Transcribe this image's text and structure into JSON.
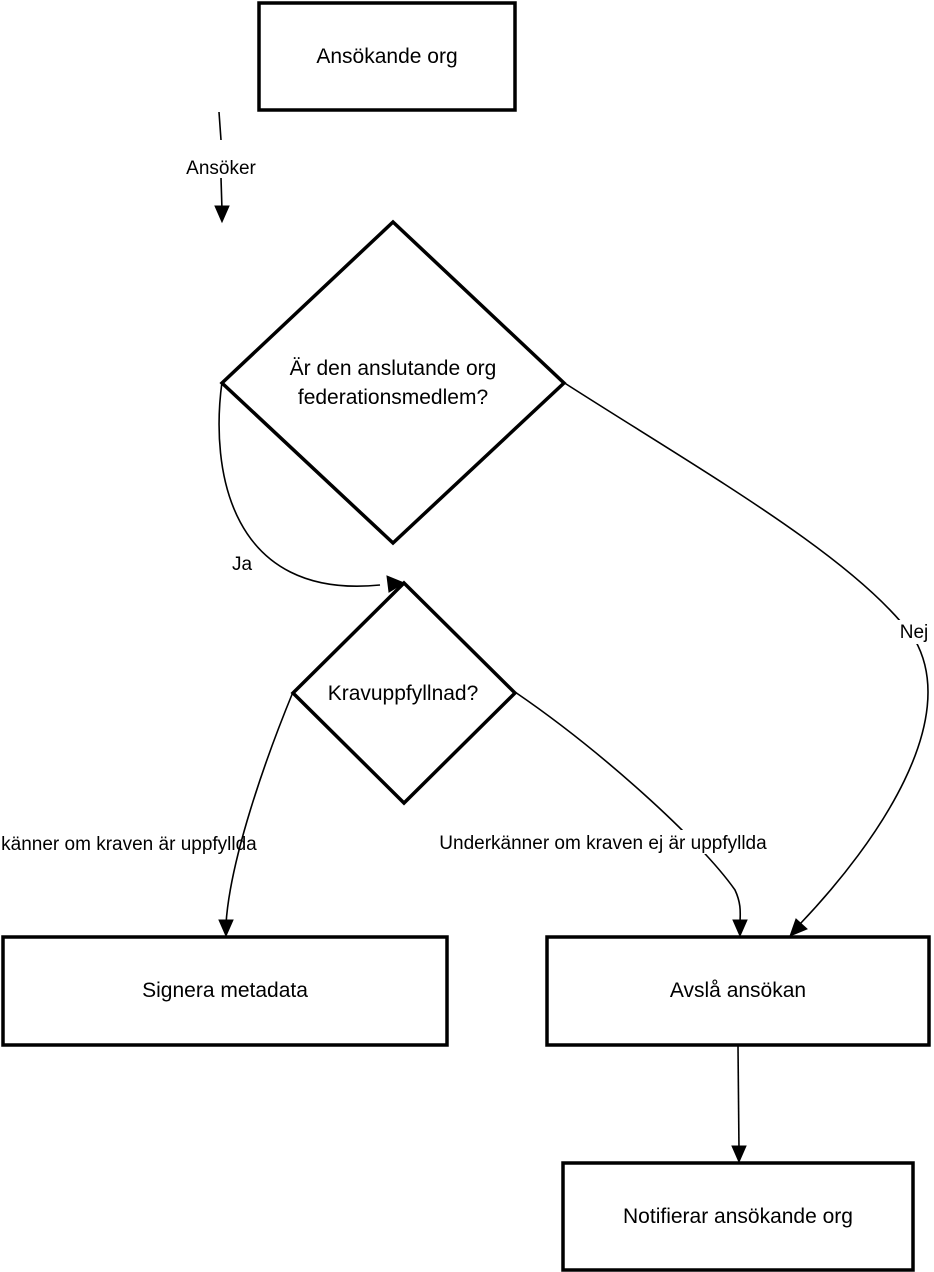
{
  "nodes": {
    "applicant": {
      "label": "Ansökande org"
    },
    "decision_member": {
      "line1": "Är den anslutande org",
      "line2": "federationsmedlem?"
    },
    "decision_requirements": {
      "label": "Kravuppfyllnad?"
    },
    "sign": {
      "label": "Signera metadata"
    },
    "reject": {
      "label": "Avslå ansökan"
    },
    "notify": {
      "label": "Notifierar ansökande org"
    }
  },
  "edges": {
    "applies": {
      "label": "Ansöker"
    },
    "yes": {
      "label": "Ja"
    },
    "no": {
      "label": "Nej"
    },
    "approve": {
      "label": "Godkänner om kraven är uppfyllda"
    },
    "fail": {
      "label": "Underkänner om kraven ej är uppfyllda"
    }
  }
}
